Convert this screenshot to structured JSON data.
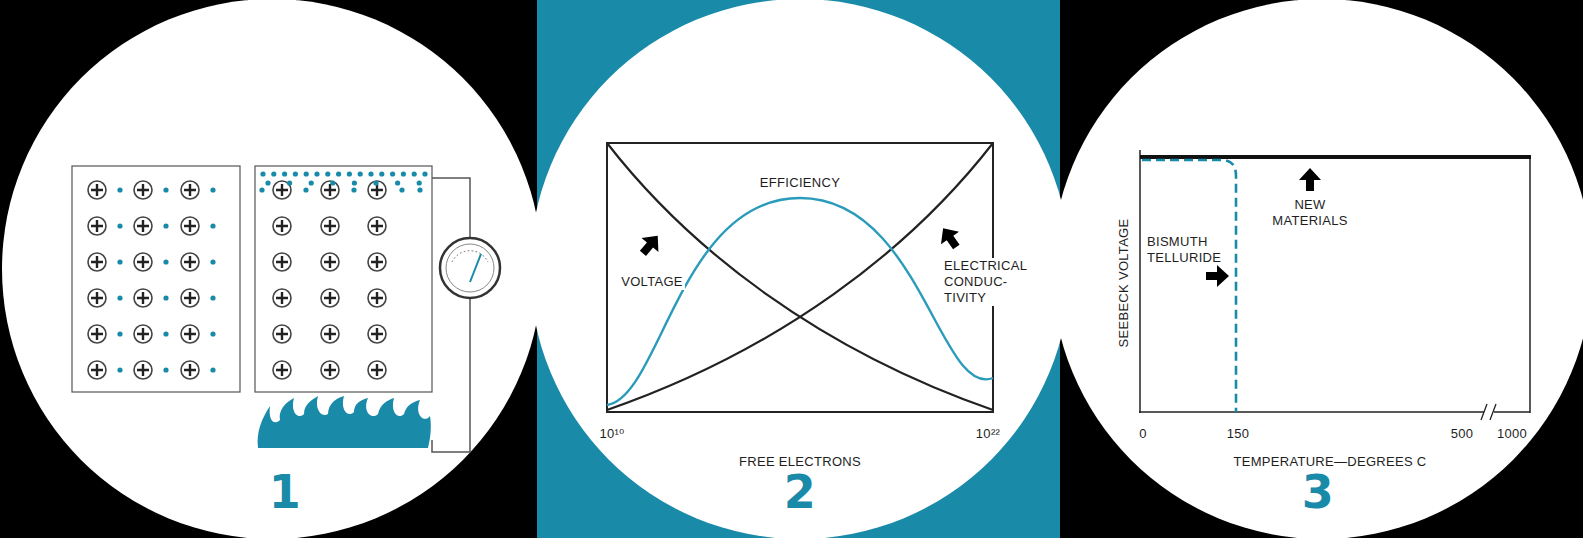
{
  "diagram": {
    "labels": [
      "1",
      "EFFICIENCY",
      "VOLTAGE",
      "ELECTRICAL CONDUC- TIVITY",
      "10¹⁰",
      "FREE ELECTRONS",
      "10²²",
      "2",
      "SEEBECK VOLTAGE",
      "NEW MATERIALS",
      "BISMUTH TELLURIDE",
      "0",
      "150",
      "500",
      "1000",
      "TEMPERATURE—DEGREES C",
      "3"
    ]
  }
}
